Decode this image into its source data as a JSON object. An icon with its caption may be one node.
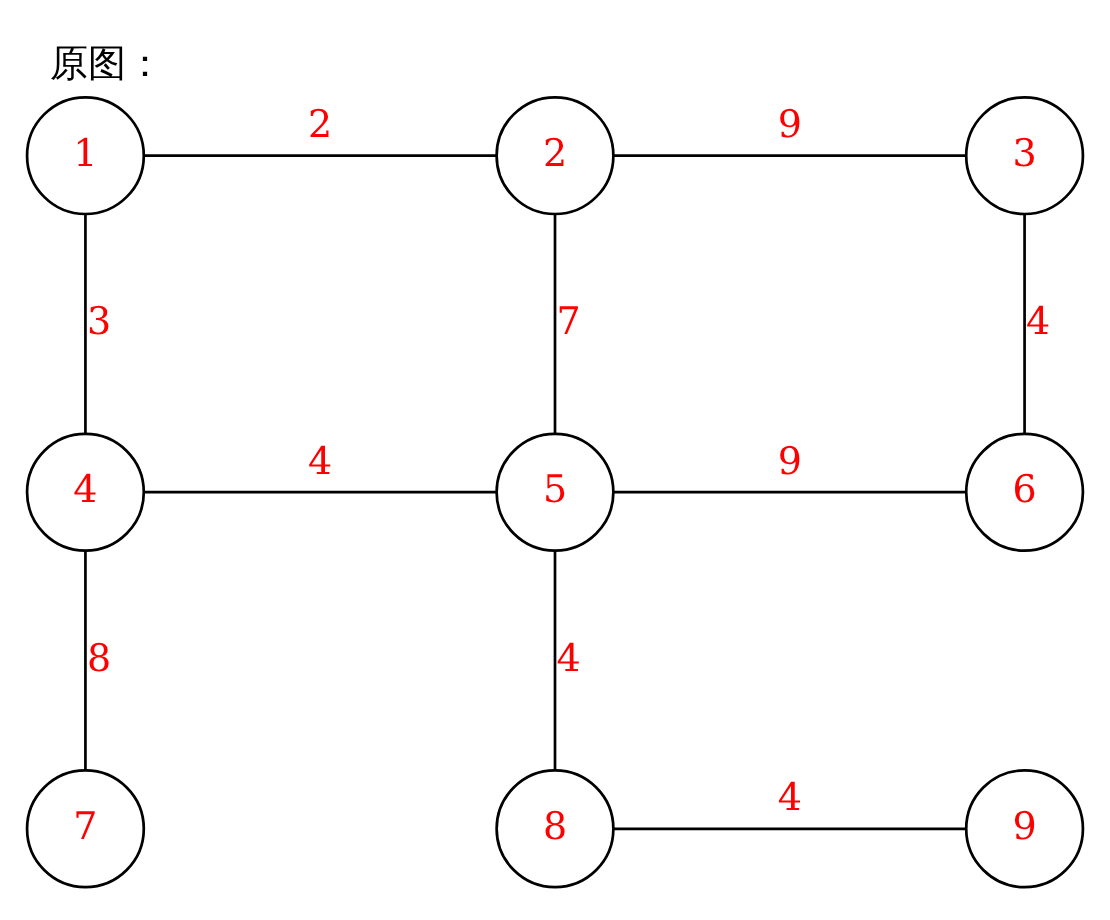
{
  "diagram": {
    "title": "原图：",
    "nodes": [
      {
        "text": [
          "1"
        ]
      },
      {
        "text": [
          "2"
        ]
      },
      {
        "text": [
          "3"
        ]
      },
      {
        "text": [
          "4"
        ]
      },
      {
        "text": [
          "5"
        ]
      },
      {
        "text": [
          "6"
        ]
      },
      {
        "text": [
          "7"
        ]
      },
      {
        "text": [
          "8"
        ]
      },
      {
        "text": [
          "9"
        ]
      }
    ],
    "edges": [
      {
        "from": 0,
        "to": 1,
        "arrow": "none",
        "label": "2"
      },
      {
        "from": 1,
        "to": 2,
        "arrow": "none",
        "label": "9"
      },
      {
        "from": 0,
        "to": 3,
        "arrow": "none",
        "label": "3"
      },
      {
        "from": 1,
        "to": 4,
        "arrow": "none",
        "label": "7"
      },
      {
        "from": 2,
        "to": 5,
        "arrow": "none",
        "label": "4"
      },
      {
        "from": 3,
        "to": 4,
        "arrow": "none",
        "label": "4"
      },
      {
        "from": 4,
        "to": 5,
        "arrow": "none",
        "label": "9"
      },
      {
        "from": 3,
        "to": 6,
        "arrow": "none",
        "label": "8"
      },
      {
        "from": 4,
        "to": 7,
        "arrow": "none",
        "label": "4"
      },
      {
        "from": 7,
        "to": 8,
        "arrow": "none",
        "label": "4"
      }
    ]
  }
}
